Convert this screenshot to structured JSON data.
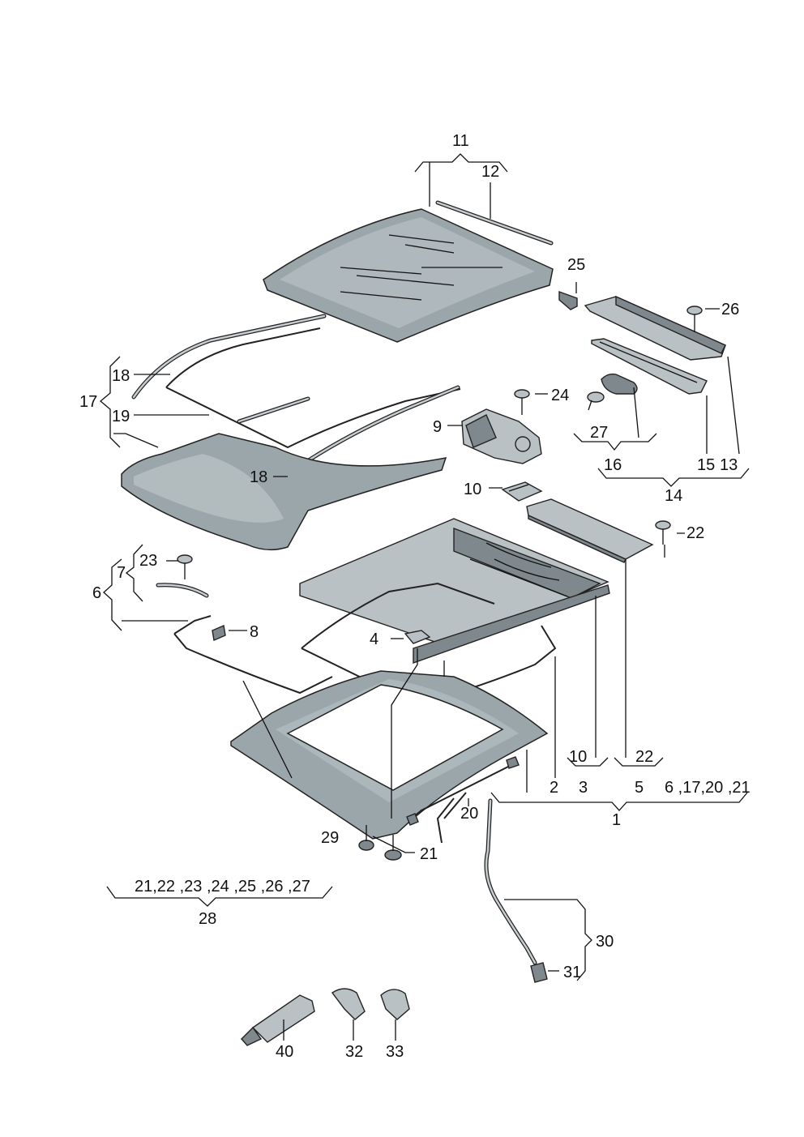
{
  "labels": [
    {
      "id": "11",
      "text": "11"
    },
    {
      "id": "12",
      "text": "12"
    },
    {
      "id": "25",
      "text": "25"
    },
    {
      "id": "26",
      "text": "26"
    },
    {
      "id": "18a",
      "text": "18"
    },
    {
      "id": "17",
      "text": "17"
    },
    {
      "id": "19",
      "text": "19"
    },
    {
      "id": "24",
      "text": "24"
    },
    {
      "id": "9",
      "text": "9"
    },
    {
      "id": "27",
      "text": "27"
    },
    {
      "id": "16",
      "text": "16"
    },
    {
      "id": "15",
      "text": "15"
    },
    {
      "id": "13",
      "text": "13"
    },
    {
      "id": "14",
      "text": "14"
    },
    {
      "id": "18b",
      "text": "18"
    },
    {
      "id": "10a",
      "text": "10"
    },
    {
      "id": "22a",
      "text": "22"
    },
    {
      "id": "23",
      "text": "23"
    },
    {
      "id": "7",
      "text": "7"
    },
    {
      "id": "6",
      "text": "6"
    },
    {
      "id": "8",
      "text": "8"
    },
    {
      "id": "4",
      "text": "4"
    },
    {
      "id": "10b",
      "text": "10"
    },
    {
      "id": "22b",
      "text": "22"
    },
    {
      "id": "2",
      "text": "2"
    },
    {
      "id": "3",
      "text": "3"
    },
    {
      "id": "5",
      "text": "5"
    },
    {
      "id": "1group",
      "text": "6 ,17,20 ,21"
    },
    {
      "id": "1",
      "text": "1"
    },
    {
      "id": "20",
      "text": "20"
    },
    {
      "id": "29",
      "text": "29"
    },
    {
      "id": "21",
      "text": "21"
    },
    {
      "id": "28group",
      "text": "21,22 ,23 ,24 ,25 ,26 ,27"
    },
    {
      "id": "28",
      "text": "28"
    },
    {
      "id": "30",
      "text": "30"
    },
    {
      "id": "31",
      "text": "31"
    },
    {
      "id": "40",
      "text": "40"
    },
    {
      "id": "32",
      "text": "32"
    },
    {
      "id": "33",
      "text": "33"
    }
  ]
}
